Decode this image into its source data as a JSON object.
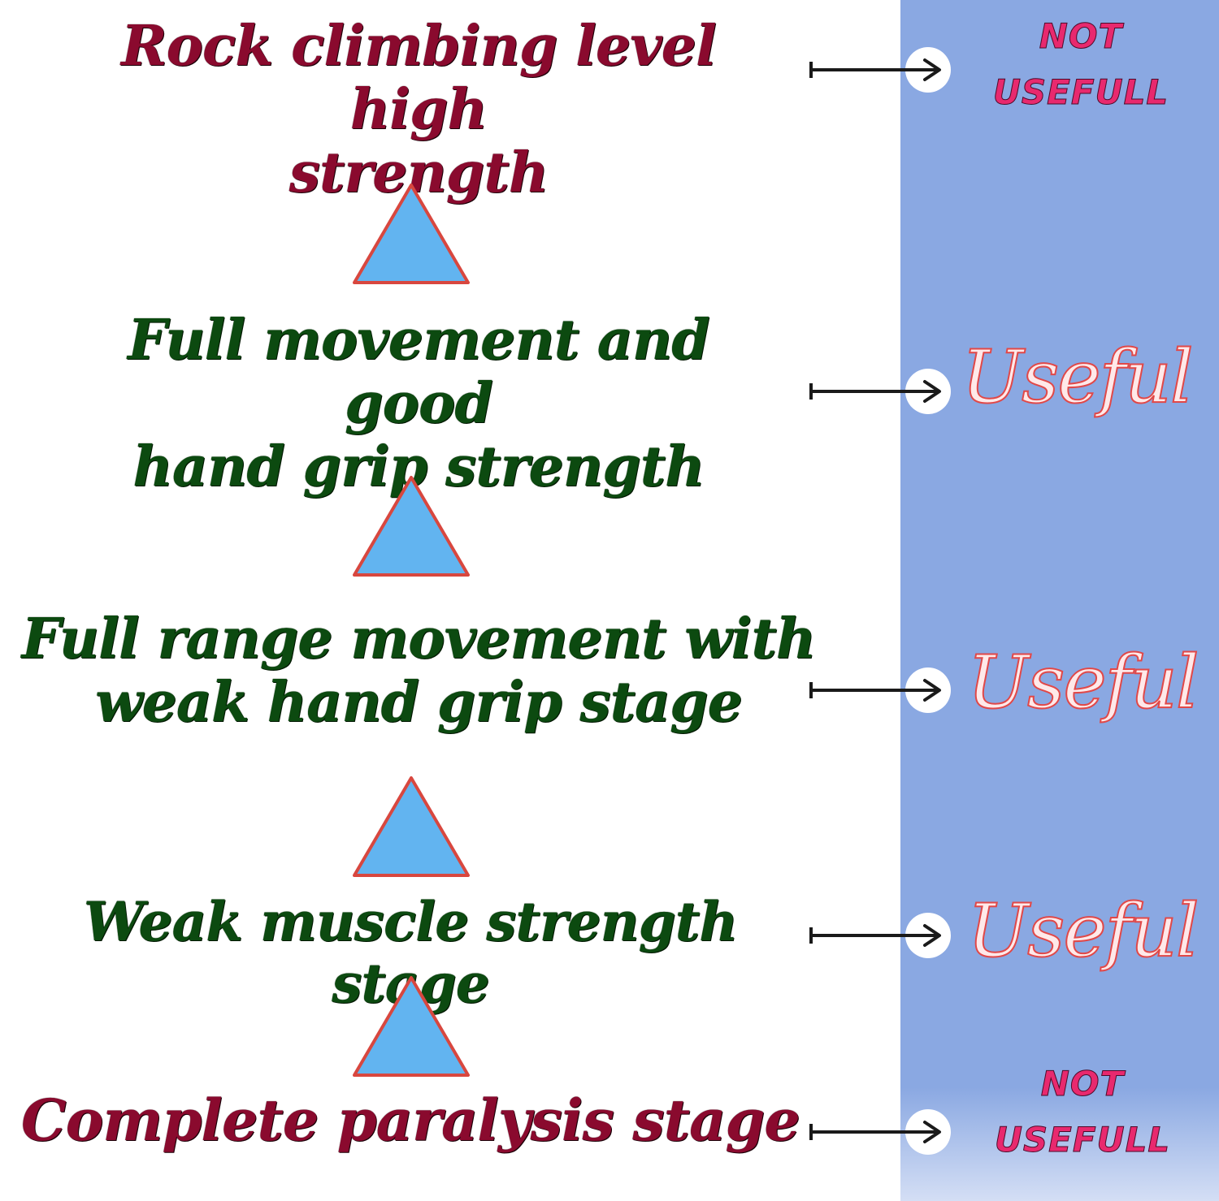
{
  "stages": [
    {
      "text": "Rock climbing level high strength",
      "line1": "Rock climbing level high",
      "line2": "strength"
    },
    {
      "text": "Full movement and good hand grip strength",
      "line1": "Full movement and good",
      "line2": "hand grip strength"
    },
    {
      "text": "Full range movement with weak hand grip stage",
      "line1": "Full range movement with",
      "line2": "weak hand grip stage"
    },
    {
      "text": "Weak muscle strength stage",
      "line1": "Weak muscle strength stage"
    },
    {
      "text": "Complete paralysis stage",
      "line1": "Complete paralysis stage"
    }
  ],
  "verdicts": [
    {
      "line1": "NOT",
      "line2": "USEFULL"
    },
    {
      "line1": "Useful"
    },
    {
      "line1": "Useful"
    },
    {
      "line1": "Useful"
    },
    {
      "line1": "NOT",
      "line2": "USEFULL"
    }
  ],
  "colors": {
    "panel": "#8aa8e2",
    "triangle_fill": "#62b4f0",
    "triangle_stroke": "#d8473f",
    "stage_red": "#8a0a2e",
    "stage_green": "#0c4a10",
    "not_useful": "#e8296e",
    "useful_outline": "#e14848"
  },
  "icons": {
    "connector": "up-triangle-icon",
    "arrow": "right-arrow-icon"
  }
}
